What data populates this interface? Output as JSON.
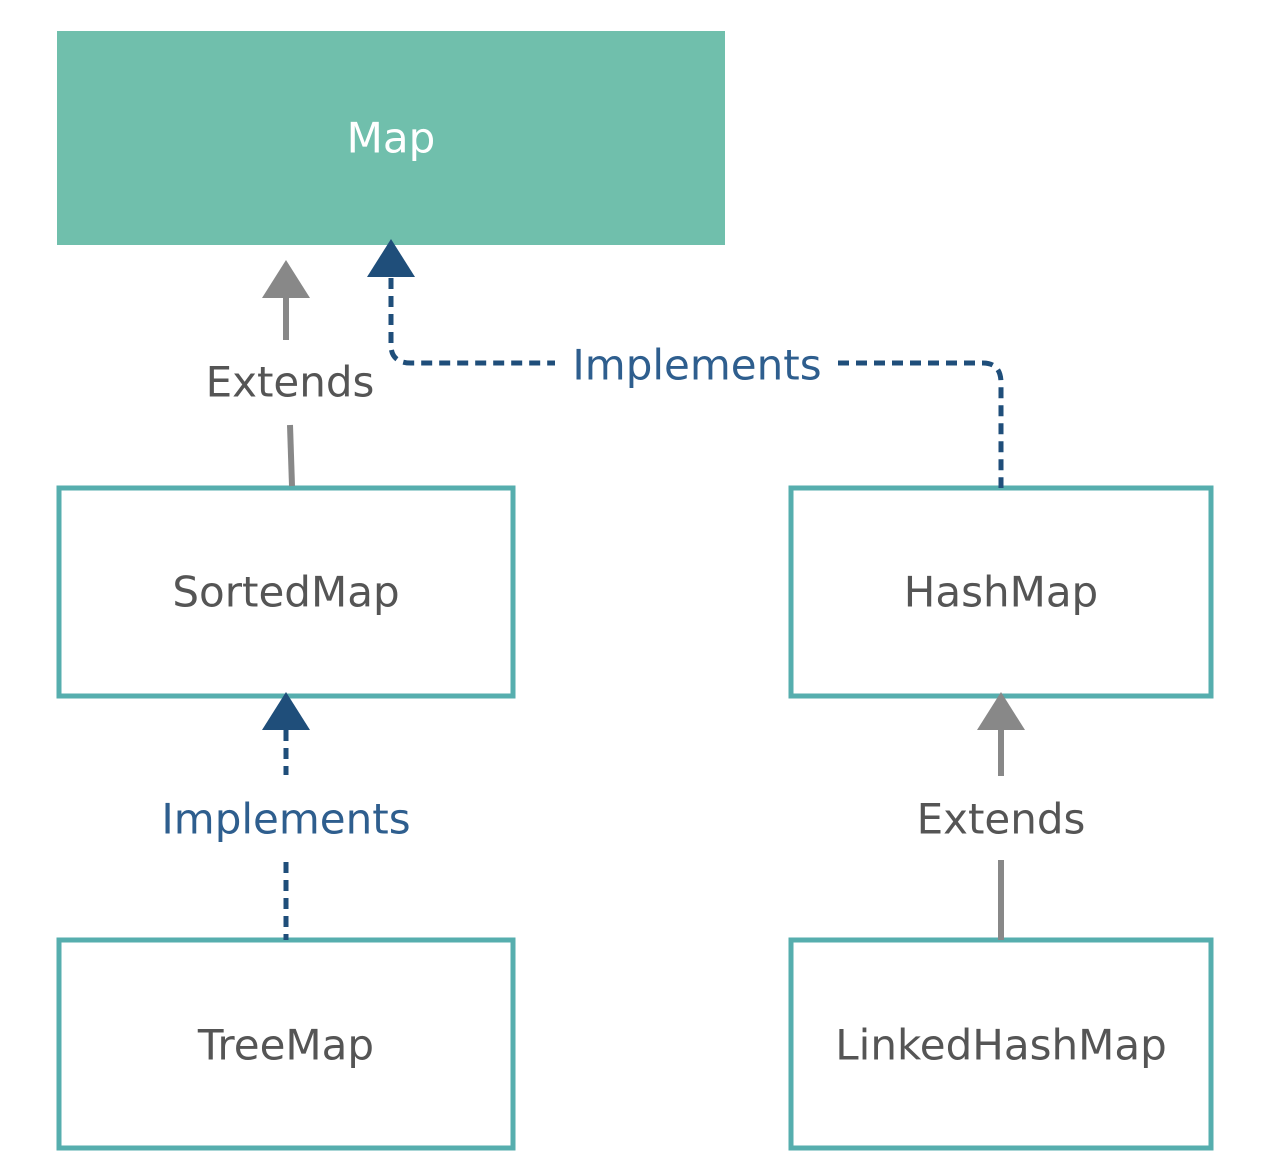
{
  "nodes": {
    "map": {
      "label": "Map"
    },
    "sortedmap": {
      "label": "SortedMap"
    },
    "hashmap": {
      "label": "HashMap"
    },
    "treemap": {
      "label": "TreeMap"
    },
    "linkedhashmap": {
      "label": "LinkedHashMap"
    }
  },
  "edges": {
    "sortedmap_to_map": {
      "label": "Extends",
      "kind": "extends"
    },
    "hashmap_to_map": {
      "label": "Implements",
      "kind": "implements"
    },
    "treemap_to_sortedmap": {
      "label": "Implements",
      "kind": "implements"
    },
    "linkedhashmap_to_hashmap": {
      "label": "Extends",
      "kind": "extends"
    }
  },
  "colors": {
    "root_fill": "#70bfac",
    "root_text": "#ffffff",
    "node_border": "#56aeae",
    "node_text": "#555555",
    "extends_line": "#888888",
    "extends_text": "#555555",
    "implements_line": "#1f4e7a",
    "implements_text": "#2e5e8e"
  }
}
